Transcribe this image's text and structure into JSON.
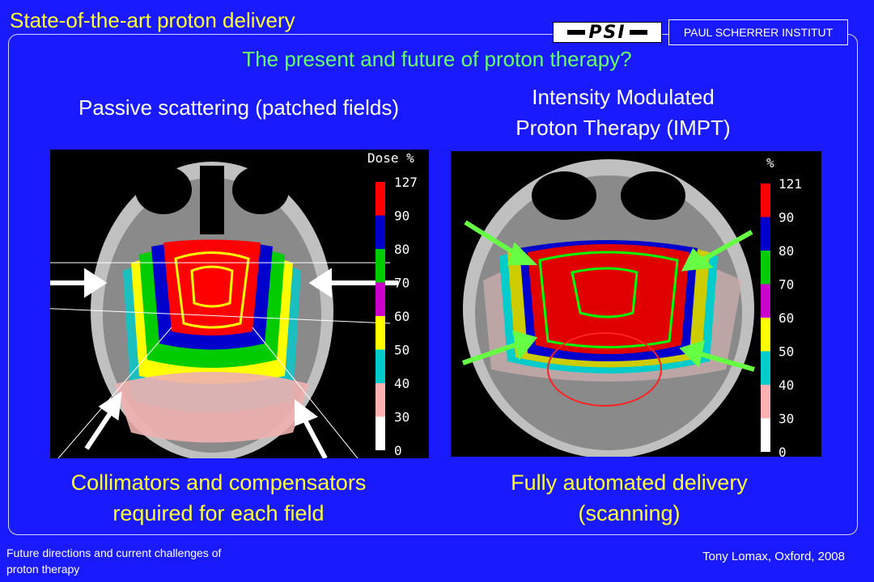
{
  "header": {
    "title": "State-of-the-art proton delivery",
    "logo_text": "PSI",
    "institute": "PAUL SCHERRER INSTITUT"
  },
  "subtitle": "The present and future of proton therapy?",
  "left": {
    "heading": "Passive scattering (patched fields)",
    "scale_title": "Dose %",
    "scale_labels": [
      "127",
      "90",
      "80",
      "70",
      "60",
      "50",
      "40",
      "30",
      "0"
    ],
    "caption_line1": "Collimators and compensators",
    "caption_line2": "required for each field"
  },
  "right": {
    "heading_line1": "Intensity Modulated",
    "heading_line2": "Proton Therapy (IMPT)",
    "scale_title": "%",
    "scale_labels": [
      "121",
      "90",
      "80",
      "70",
      "60",
      "50",
      "40",
      "30",
      "0"
    ],
    "caption_line1": "Fully automated delivery",
    "caption_line2": "(scanning)"
  },
  "scale_colors": [
    "#ff0000",
    "#0000cc",
    "#00cc00",
    "#cc00cc",
    "#ffff00",
    "#00cccc",
    "#ffb0b0",
    "#ffffff"
  ],
  "footer": {
    "left_line1": "Future directions and current challenges of",
    "left_line2": "proton therapy",
    "right": "Tony Lomax, Oxford, 2008"
  }
}
